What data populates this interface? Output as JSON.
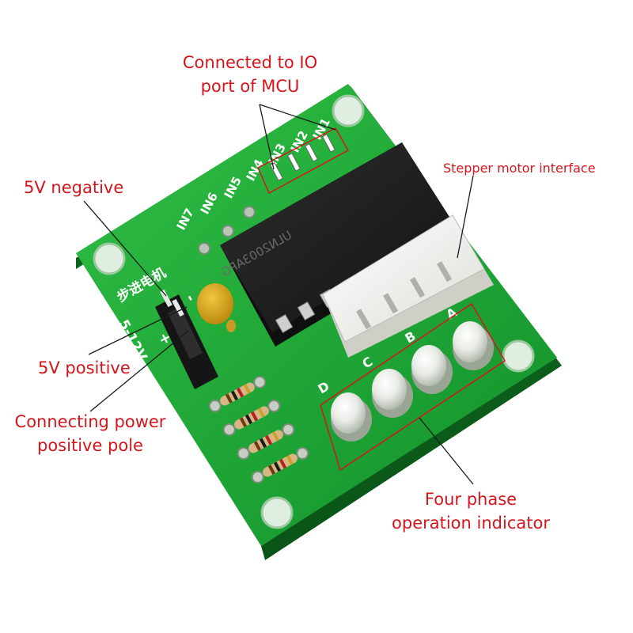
{
  "annotations": {
    "mcu_line1": "Connected to IO",
    "mcu_line2": "port of MCU",
    "stepper_interface": "Stepper motor interface",
    "negative": "5V negative",
    "positive": "5V positive",
    "power_line1": "Connecting power",
    "power_line2": "positive pole",
    "indicator_line1": "Four phase",
    "indicator_line2": "operation indicator"
  },
  "board": {
    "input_labels": [
      "IN1",
      "IN2",
      "IN3",
      "IN4",
      "IN5",
      "IN6",
      "IN7"
    ],
    "chinese_label": "步进电机",
    "voltage_label": "5-12V",
    "polarity_minus": "-",
    "polarity_plus": "+",
    "chip_marking": "ULN2003APG",
    "led_labels": [
      "A",
      "B",
      "C",
      "D"
    ]
  },
  "colors": {
    "annotation": "#d4161c",
    "pcb": "#1fa332",
    "chip": "#1c1c1c",
    "connector": "#f2f2ee"
  }
}
